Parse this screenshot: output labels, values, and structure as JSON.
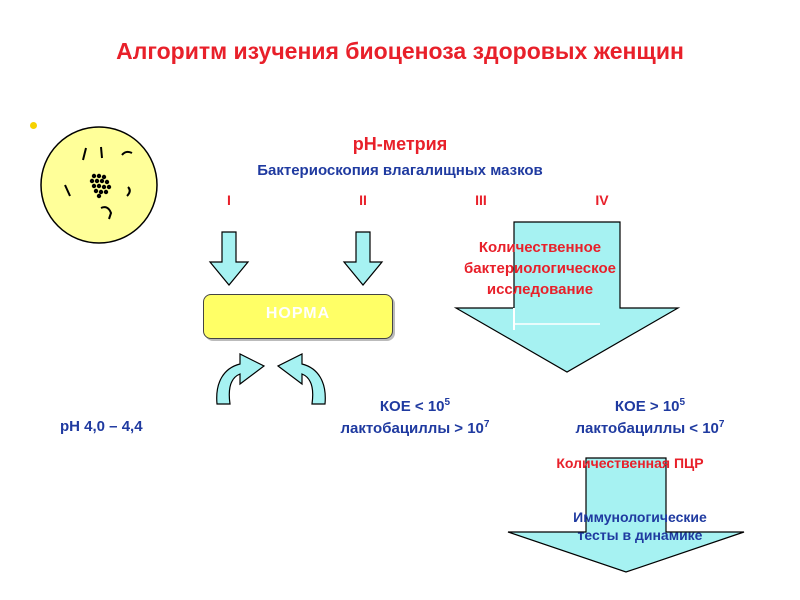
{
  "title": "Алгоритм изучения биоценоза здоровых женщин",
  "ph_metry": "рН-метрия",
  "bacterioscopy": "Бактериоскопия влагалищных мазков",
  "groups": [
    "I",
    "II",
    "III",
    "IV"
  ],
  "quant_bact": [
    "Количественное",
    "бактериологическое",
    "исследование"
  ],
  "norma": "НОРМА",
  "ph_range": "рН 4,0 – 4,4",
  "koe_left": {
    "line1_prefix": "КОЕ < 10",
    "line1_exp": "5",
    "line2_prefix": "лактобациллы > 10",
    "line2_exp": "7"
  },
  "koe_right": {
    "line1_prefix": "КОЕ > 10",
    "line1_exp": "5",
    "line2_prefix": "лактобациллы < 10",
    "line2_exp": "7"
  },
  "pcr": "Количественная ПЦР",
  "immuno": [
    "Иммунологические",
    "тесты в динамике"
  ],
  "colors": {
    "title_red": "#e8202a",
    "text_blue": "#1f3aa0",
    "arrow_fill": "#a6f2f2",
    "norma_fill": "#ffff66",
    "circle_fill": "#ffff99"
  },
  "icons": {
    "petri": "microscope-smear-icon",
    "arrow": "down-arrow-icon",
    "curved_arrow": "curved-up-arrow-icon"
  }
}
